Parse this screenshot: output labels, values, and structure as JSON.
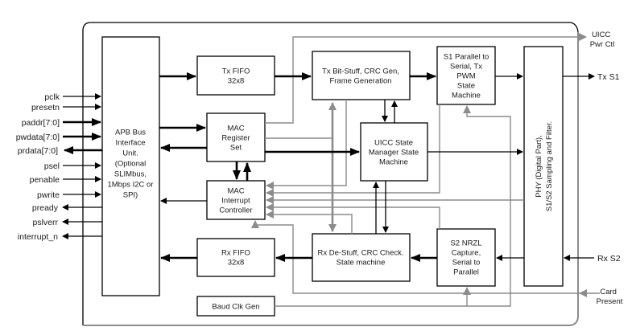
{
  "diagram": {
    "title": "UICC / SWP controller block diagram",
    "blocks": {
      "apb": [
        "APB Bus",
        "Interface",
        "Unit.",
        "(Optional",
        "SLIMbus,",
        "1Mbps I2C or",
        "SPI)"
      ],
      "tx_fifo": [
        "Tx FIFO",
        "32x8"
      ],
      "mac_reg": [
        "MAC",
        "Register",
        "Set"
      ],
      "mac_int": [
        "MAC",
        "Interrupt",
        "Controller"
      ],
      "rx_fifo": [
        "Rx FIFO",
        "32x8"
      ],
      "baud": [
        "Baud Clk Gen"
      ],
      "tx_bit": [
        "Tx Bit-Stuff, CRC Gen,",
        "Frame Generation"
      ],
      "uicc_sm": [
        "UICC State",
        "Manager State",
        "Machine"
      ],
      "rx_de": [
        "Rx De-Stuff, CRC Check.",
        "State machine"
      ],
      "s1": [
        "S1 Parallel to",
        "Serial, Tx",
        "PWM",
        "State",
        "Machine"
      ],
      "s2": [
        "S2 NRZL",
        "Capture,",
        "Serial to",
        "Parallel"
      ],
      "phy": [
        "PHY (Digital Part),",
        "S1/S2 Sampling and Filter."
      ]
    },
    "left_pins": [
      {
        "name": "pclk",
        "dir": "in",
        "bus": false
      },
      {
        "name": "presetn",
        "dir": "in",
        "bus": false
      },
      {
        "name": "paddr[7:0]",
        "dir": "in",
        "bus": true
      },
      {
        "name": "pwdata[7:0]",
        "dir": "in",
        "bus": true
      },
      {
        "name": "prdata[7:0]",
        "dir": "out",
        "bus": true
      },
      {
        "name": "psel",
        "dir": "in",
        "bus": false
      },
      {
        "name": "penable",
        "dir": "in",
        "bus": false
      },
      {
        "name": "pwrite",
        "dir": "in",
        "bus": false
      },
      {
        "name": "pready",
        "dir": "out",
        "bus": false
      },
      {
        "name": "pslverr",
        "dir": "out",
        "bus": false
      },
      {
        "name": "interrupt_n",
        "dir": "out",
        "bus": false
      }
    ],
    "right_pins": {
      "uicc_pwr": [
        "UICC",
        "Pwr Ctl"
      ],
      "tx_s1": "Tx S1",
      "rx_s2": "Rx S2",
      "card_present": [
        "Card",
        "Present"
      ]
    },
    "colors": {
      "data_path": "#000000",
      "control_path": "#8c8c8c"
    }
  }
}
